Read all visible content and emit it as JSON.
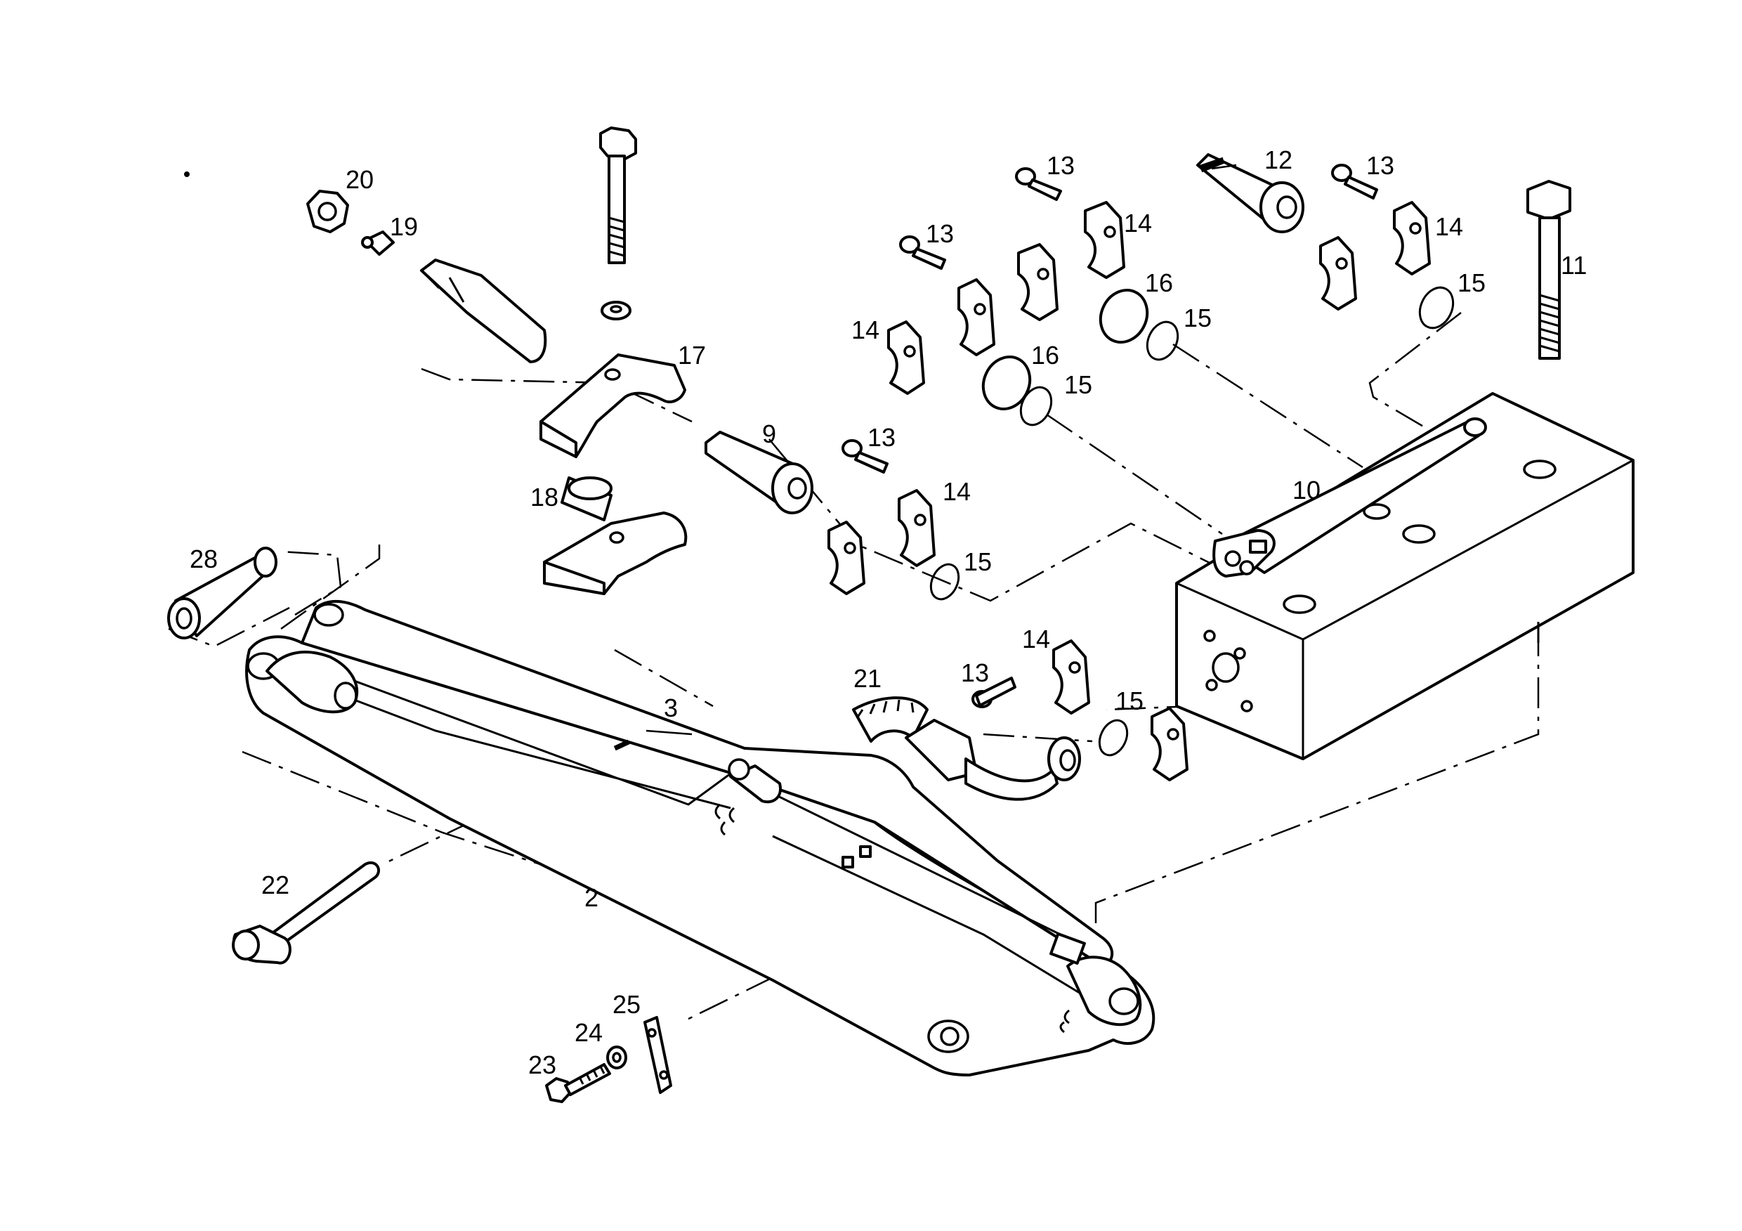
{
  "callouts": {
    "c2": "2",
    "c3": "3",
    "c9": "9",
    "c10": "10",
    "c11": "11",
    "c12": "12",
    "c13a": "13",
    "c13b": "13",
    "c13c": "13",
    "c13d": "13",
    "c13e": "13",
    "c14a": "14",
    "c14b": "14",
    "c14c": "14",
    "c14d": "14",
    "c14e": "14",
    "c15a": "15",
    "c15b": "15",
    "c15c": "15",
    "c15d": "15",
    "c15e": "15",
    "c16a": "16",
    "c16b": "16",
    "c17": "17",
    "c18": "18",
    "c19": "19",
    "c20": "20",
    "c21": "21",
    "c22": "22",
    "c23": "23",
    "c24": "24",
    "c25": "25",
    "c28": "28"
  }
}
